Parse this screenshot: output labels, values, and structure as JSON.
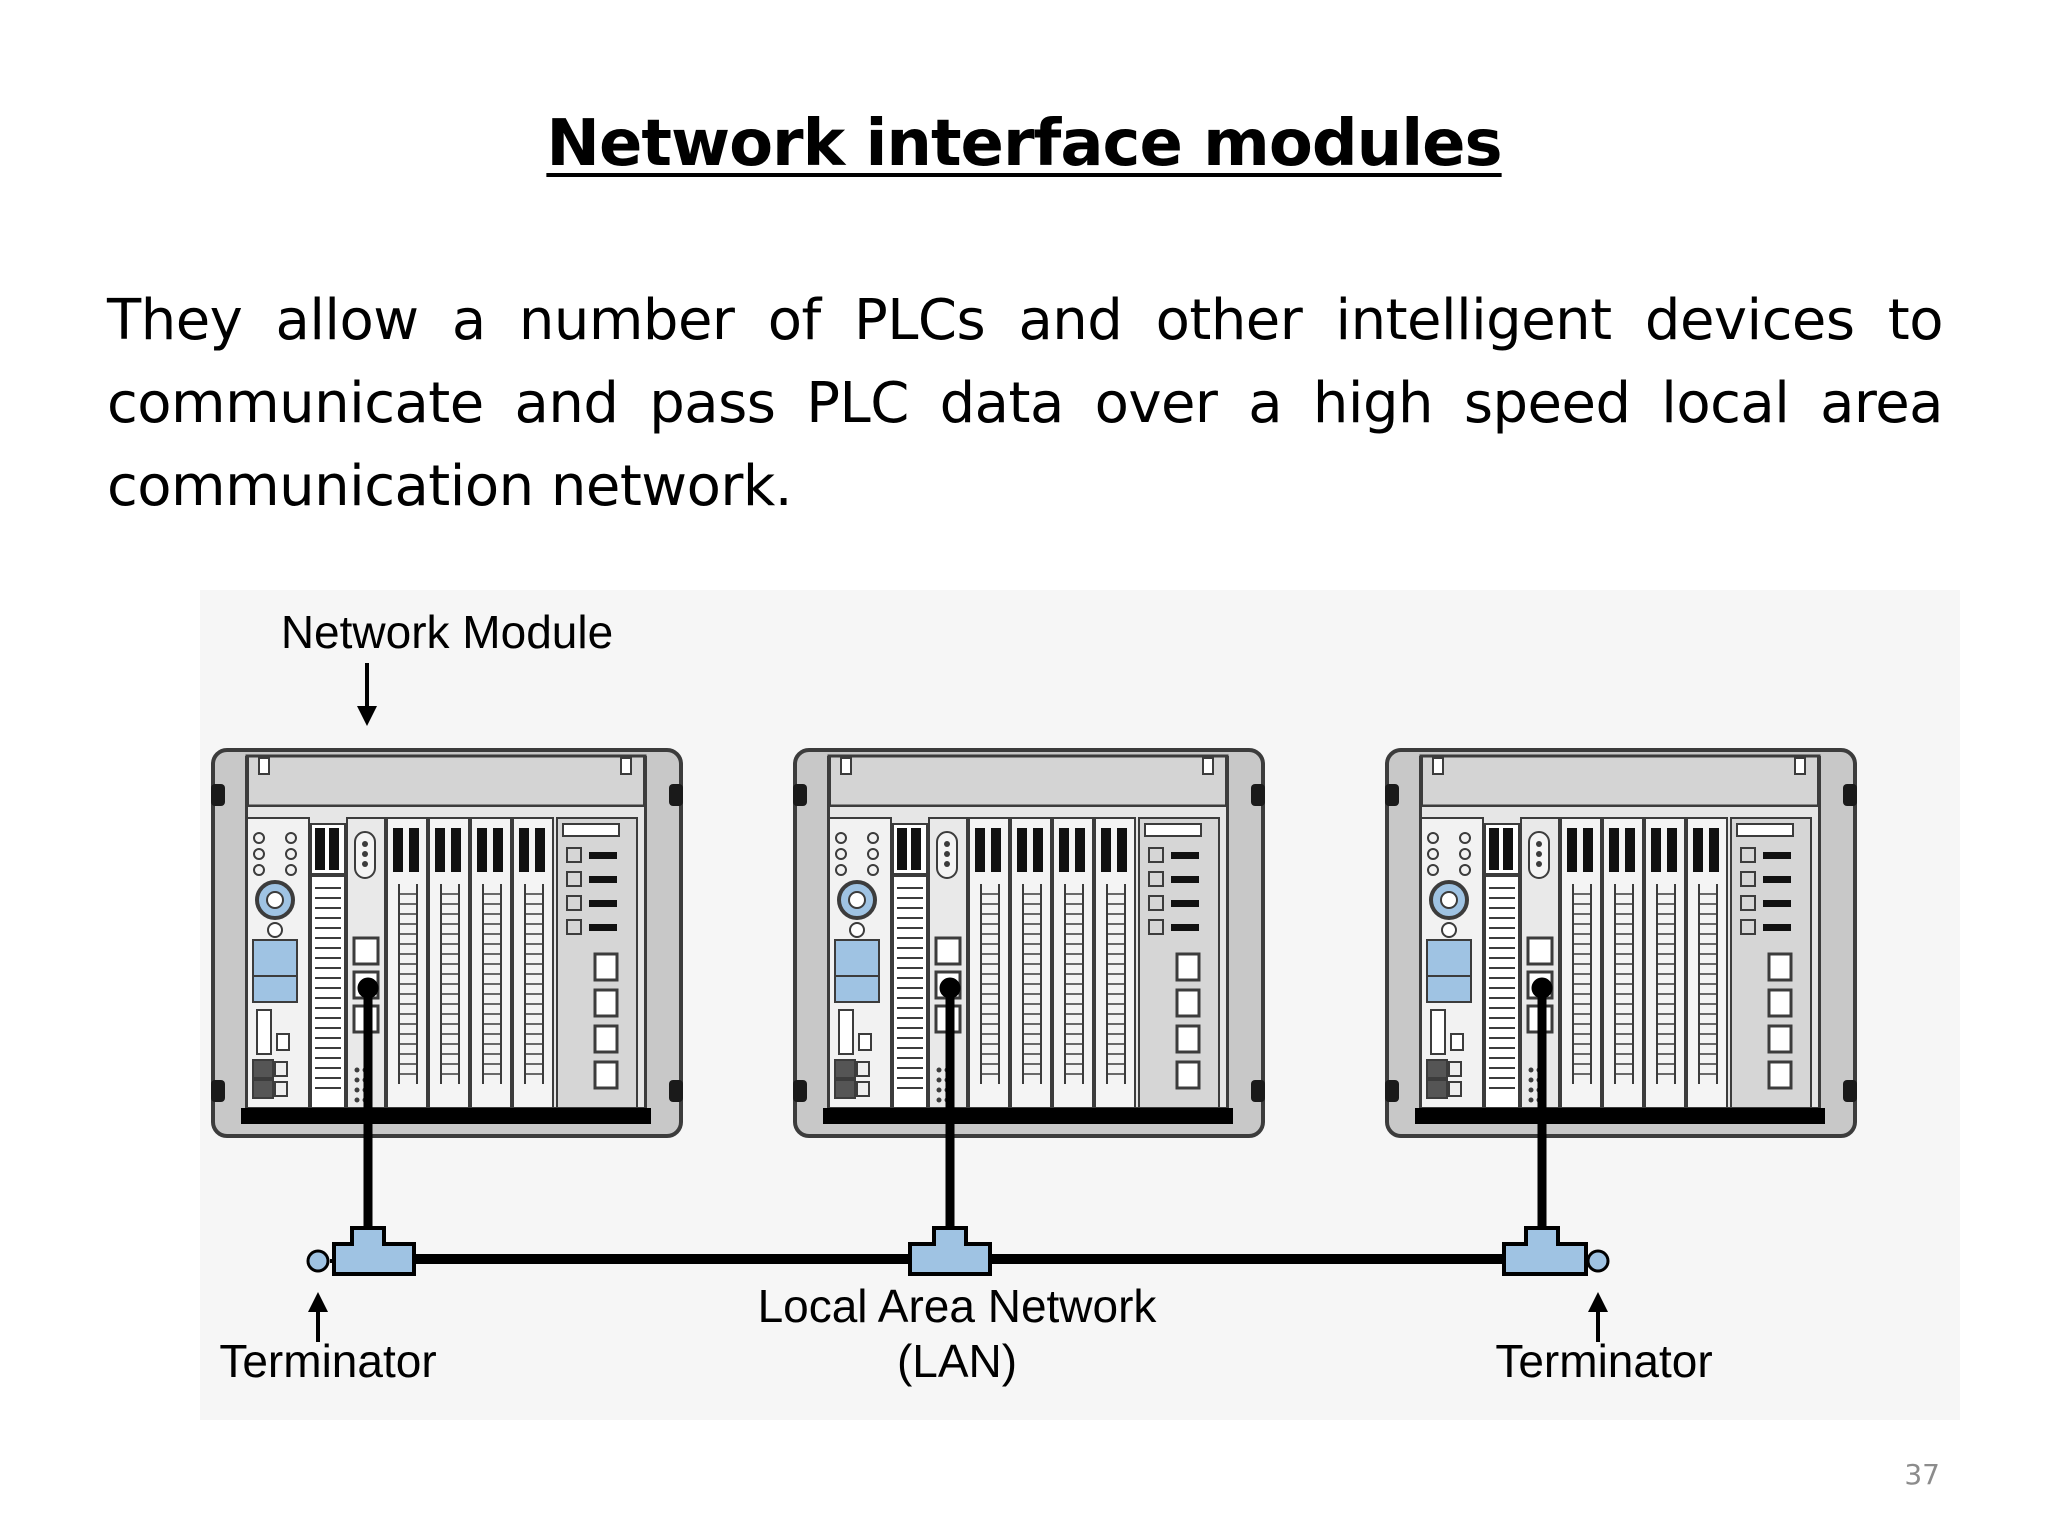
{
  "slide": {
    "title": "Network interface modules",
    "body": "They allow a number of PLCs and other intelligent devices to communicate and pass PLC data over a high speed local area communication network.",
    "page_number": "37"
  },
  "diagram": {
    "labels": {
      "network_module": "Network Module",
      "lan_line1": "Local Area Network",
      "lan_line2": "(LAN)",
      "terminator_left": "Terminator",
      "terminator_right": "Terminator"
    },
    "racks": 3,
    "colors": {
      "rack_fill": "#c8c8c8",
      "rack_stroke": "#3c3c3c",
      "connector_fill": "#9fc3e3",
      "cable": "#000000"
    }
  }
}
